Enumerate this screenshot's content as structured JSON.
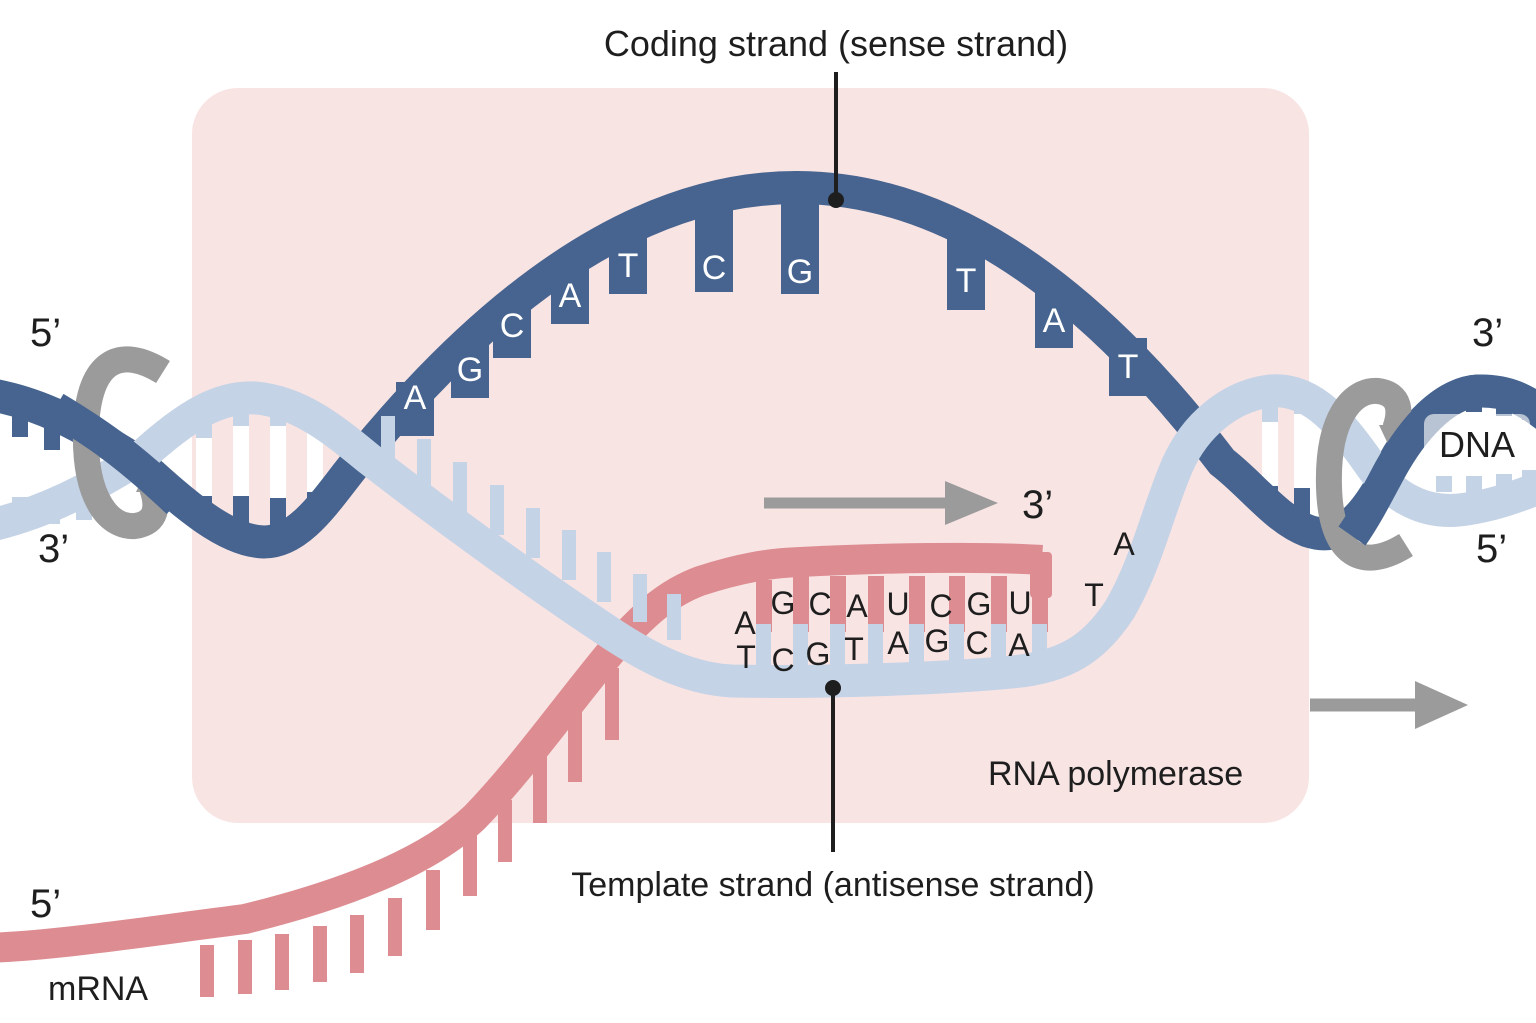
{
  "diagram": {
    "title": "Coding strand (sense strand)",
    "template_label": "Template strand (antisense strand)",
    "enzyme_label": "RNA polymerase",
    "dna_label": "DNA",
    "mrna_label": "mRNA",
    "transcription_direction_label": "3’",
    "terminals": {
      "left_top": "5’",
      "left_bottom": "3’",
      "right_top": "3’",
      "right_bottom": "5’",
      "mrna_five_prime": "5’"
    },
    "sequences": {
      "coding_strand": [
        "A",
        "G",
        "C",
        "A",
        "T",
        "C",
        "G",
        "T",
        "A",
        "T"
      ],
      "mrna": [
        "A",
        "G",
        "C",
        "A",
        "U",
        "C",
        "G",
        "U"
      ],
      "template_strand": [
        "T",
        "C",
        "G",
        "T",
        "A",
        "G",
        "C",
        "A"
      ],
      "template_unpaired": [
        "T",
        "A"
      ]
    },
    "icons": {
      "left_unwind": "rotation-arrow-icon",
      "right_unwind": "rotation-arrow-icon",
      "bubble_direction": "right-arrow-icon",
      "exit_direction": "right-arrow-icon"
    },
    "colors": {
      "coding_strand_blue": "#46648f",
      "template_strand_blue": "#c5d3e6",
      "mrna_pink": "#dd8d92",
      "polymerase_background": "#f9e4e4",
      "arrow_gray": "#9b9b9b",
      "text": "#1e1e1e",
      "rung_white": "#ffffff"
    }
  }
}
